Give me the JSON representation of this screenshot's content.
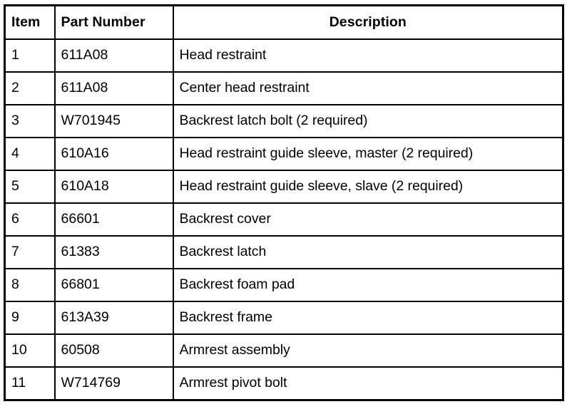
{
  "table": {
    "columns": [
      {
        "key": "item",
        "label": "Item",
        "align": "left"
      },
      {
        "key": "part_number",
        "label": "Part Number",
        "align": "left"
      },
      {
        "key": "description",
        "label": "Description",
        "align": "center"
      }
    ],
    "rows": [
      {
        "item": "1",
        "part_number": "611A08",
        "description": "Head restraint"
      },
      {
        "item": "2",
        "part_number": "611A08",
        "description": "Center head restraint"
      },
      {
        "item": "3",
        "part_number": "W701945",
        "description": "Backrest latch bolt (2 required)"
      },
      {
        "item": "4",
        "part_number": "610A16",
        "description": "Head restraint guide sleeve, master (2 required)"
      },
      {
        "item": "5",
        "part_number": "610A18",
        "description": "Head restraint guide sleeve, slave (2 required)"
      },
      {
        "item": "6",
        "part_number": "66601",
        "description": "Backrest cover"
      },
      {
        "item": "7",
        "part_number": "61383",
        "description": "Backrest latch"
      },
      {
        "item": "8",
        "part_number": "66801",
        "description": "Backrest foam pad"
      },
      {
        "item": "9",
        "part_number": "613A39",
        "description": "Backrest frame"
      },
      {
        "item": "10",
        "part_number": "60508",
        "description": "Armrest assembly"
      },
      {
        "item": "11",
        "part_number": "W714769",
        "description": "Armrest pivot bolt"
      }
    ]
  },
  "colors": {
    "border": "#000000",
    "text": "#000000",
    "background": "#ffffff"
  }
}
